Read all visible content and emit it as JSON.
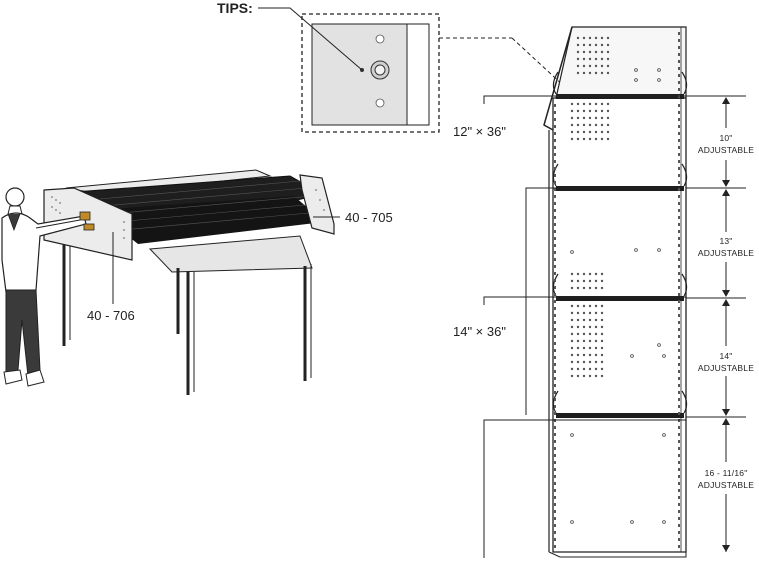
{
  "callouts": {
    "tips": "TIPS:",
    "part_a": "40 - 705",
    "part_b": "40 - 706",
    "shelf_12": "12\" × 36\"",
    "shelf_14": "14\" × 36\""
  },
  "dimensions": [
    {
      "value": "10\"",
      "note": "ADJUSTABLE"
    },
    {
      "value": "13\"",
      "note": "ADJUSTABLE"
    },
    {
      "value": "14\"",
      "note": "ADJUSTABLE"
    },
    {
      "value": "16 - 11/16\"",
      "note": "ADJUSTABLE"
    }
  ],
  "colors": {
    "line": "#222222",
    "panel": "#e4e4e4",
    "shelf": "#1e1e1e",
    "person_dark": "#3a3a3a"
  }
}
